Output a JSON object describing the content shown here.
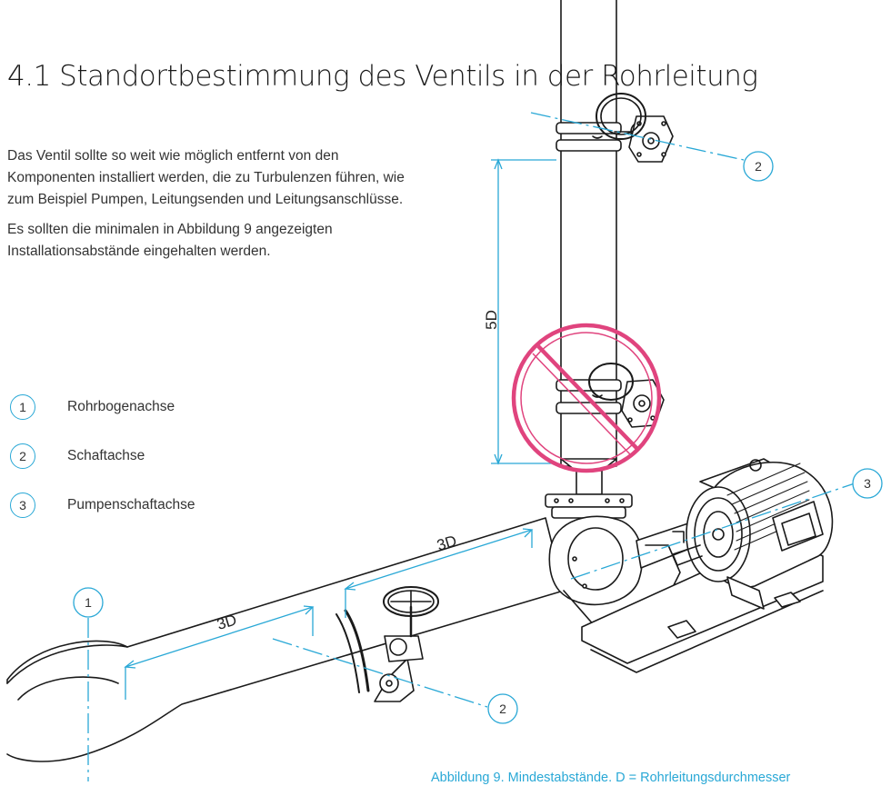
{
  "page": {
    "title": "4.1 Standortbestimmung des Ventils in der Rohrleitung",
    "paragraphs": [
      "Das Ventil sollte so weit wie möglich entfernt von den Komponenten installiert werden, die zu Turbulenzen führen, wie zum Beispiel Pumpen, Leitungsenden und Leitungsanschlüsse.",
      "Es sollten die minimalen in Abbildung 9 angezeigten Installationsabstände eingehalten werden."
    ]
  },
  "legend": [
    {
      "number": "1",
      "label": "Rohrbogenachse"
    },
    {
      "number": "2",
      "label": "Schaftachse"
    },
    {
      "number": "3",
      "label": "Pumpenschaftachse"
    }
  ],
  "figure": {
    "dimensions": {
      "vertical": "5D",
      "horizontal_near": "3D",
      "horizontal_far": "3D"
    },
    "callouts": {
      "elbow_axis": "1",
      "shaft_axis_top": "2",
      "shaft_axis_bottom": "2",
      "pump_shaft_axis": "3"
    },
    "caption": "Abbildung 9. Mindestabstände. D = Rohrleitungsdurchmesser",
    "colors": {
      "accent": "#29a8d6",
      "prohibited": "#e0447e",
      "line": "#1a1a1a"
    }
  }
}
